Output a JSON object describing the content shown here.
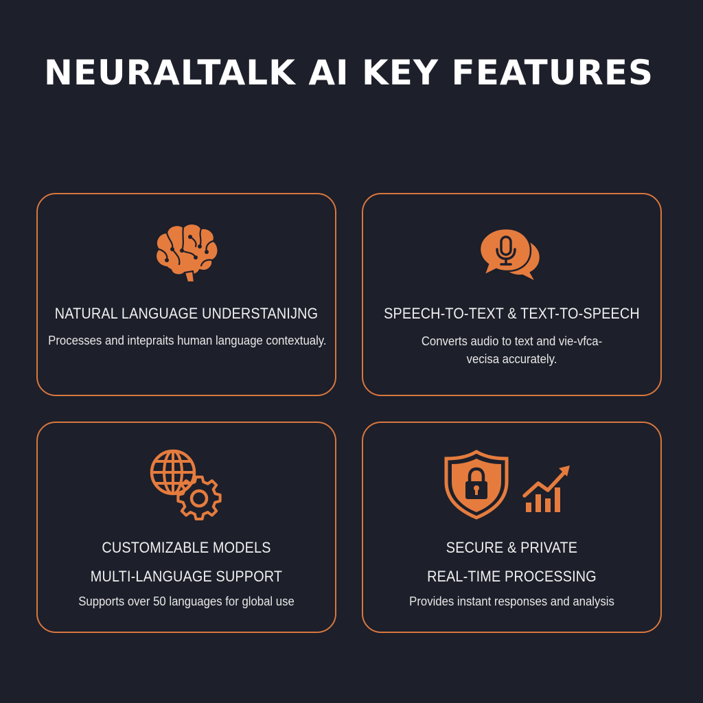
{
  "page": {
    "title": "NEURALTALK AI KEY FEATURES"
  },
  "colors": {
    "background": "#1d1f2a",
    "accent": "#e57c3e",
    "text": "#f1f1f1"
  },
  "cards": [
    {
      "icon": "brain-icon",
      "heading": "NATURAL LANGUAGE UNDERSTANIJNG",
      "description": "Processes and intepraits human language contextualy."
    },
    {
      "icon": "speech-bubble-microphone-icon",
      "heading": "SPEECH-TO-TEXT & TEXT-TO-SPEECH",
      "description_line1": "Converts audio to text and vie-vfca-",
      "description_line2": "vecisa accurately."
    },
    {
      "icons": [
        "globe-icon",
        "gear-icon"
      ],
      "heading": "CUSTOMIZABLE MODELS",
      "subheading": "MULTI-LANGUAGE SUPPORT",
      "description": "Supports over 50 languages for global use"
    },
    {
      "icons": [
        "shield-lock-icon",
        "growth-chart-icon"
      ],
      "heading": "SECURE & PRIVATE",
      "subheading": "REAL-TIME PROCESSING",
      "description": "Provides instant responses and analysis"
    }
  ]
}
